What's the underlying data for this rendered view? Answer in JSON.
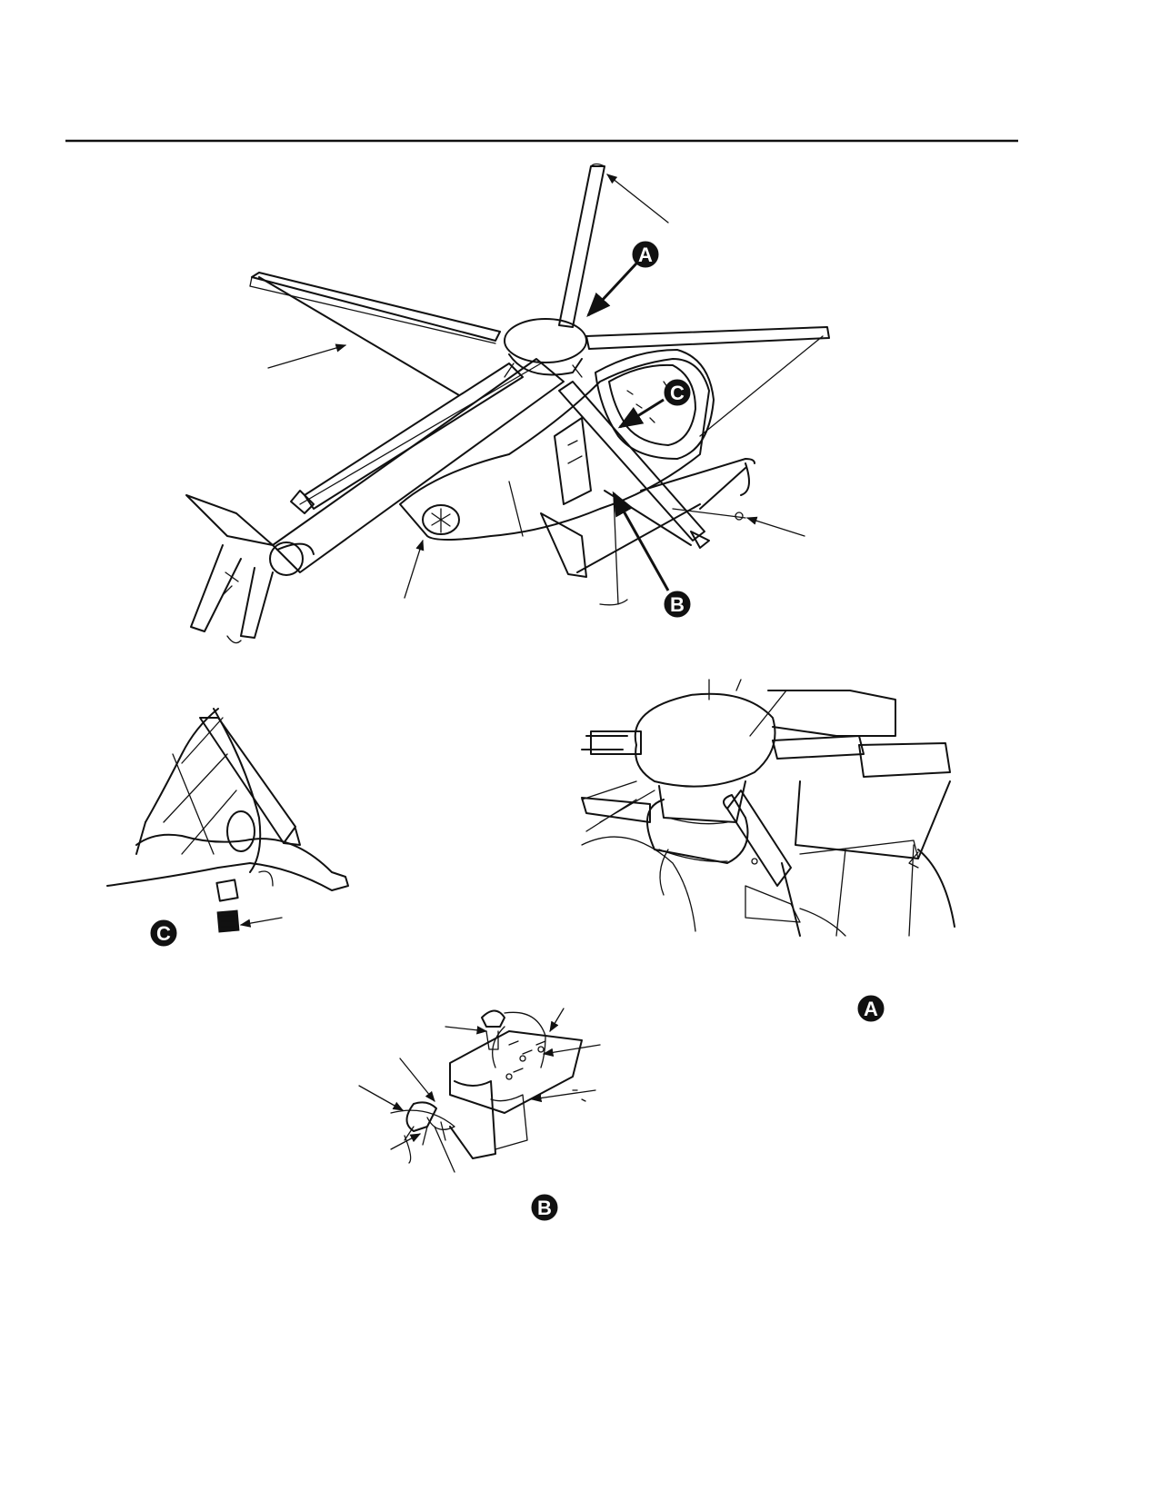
{
  "colors": {
    "ink": "#111111",
    "paper": "#ffffff",
    "callout_fill": "#111111",
    "callout_text": "#ffffff"
  },
  "callouts": {
    "a": "A",
    "b": "B",
    "c": "C"
  }
}
